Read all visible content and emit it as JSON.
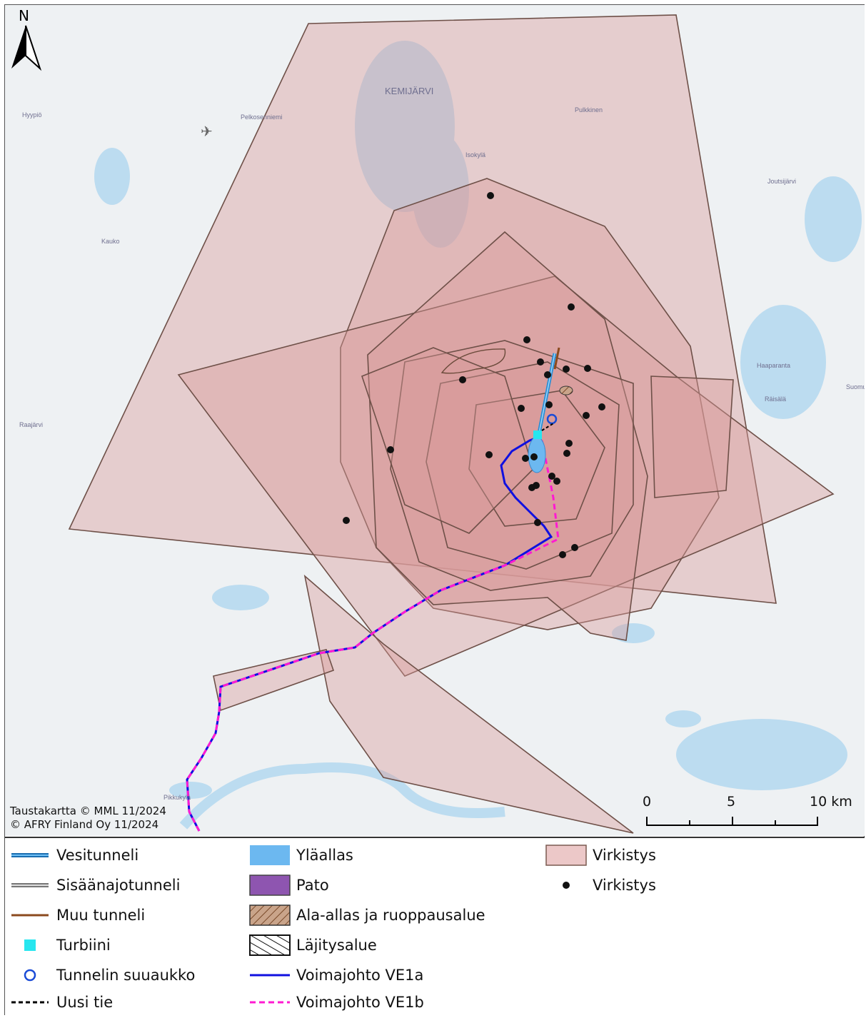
{
  "north_arrow": {
    "letter": "N"
  },
  "places": [
    {
      "name": "KEMIJÄRVI"
    },
    {
      "name": "Joutsijärvi"
    },
    {
      "name": "Haaparanta"
    },
    {
      "name": "Räisälä"
    },
    {
      "name": "Kauko"
    },
    {
      "name": "Hyypiö"
    },
    {
      "name": "Raajärvi"
    },
    {
      "name": "Isokylä"
    },
    {
      "name": "Pulkkinen"
    },
    {
      "name": "Pelkosenniemi"
    },
    {
      "name": "Pikkukylä"
    },
    {
      "name": "Suomu"
    }
  ],
  "credits": {
    "line1": "Taustakartta © MML 11/2024",
    "line2": "© AFRY Finland Oy 11/2024"
  },
  "scale": {
    "ticks": [
      "0",
      "5",
      "10 km"
    ]
  },
  "legend": {
    "items": [
      {
        "label": "Vesitunneli",
        "symbol": "line-double-blue"
      },
      {
        "label": "Sisäänajotunneli",
        "symbol": "line-double-gray"
      },
      {
        "label": "Muu tunneli",
        "symbol": "line-brown"
      },
      {
        "label": "Turbiini",
        "symbol": "square-cyan"
      },
      {
        "label": "Tunnelin suuaukko",
        "symbol": "circle-blue"
      },
      {
        "label": "Uusi tie",
        "symbol": "dash-black"
      },
      {
        "label": "Yläallas",
        "symbol": "fill-lightblue"
      },
      {
        "label": "Pato",
        "symbol": "fill-purple"
      },
      {
        "label": "Ala-allas ja ruoppausalue",
        "symbol": "hatch-brown"
      },
      {
        "label": "Läjitysalue",
        "symbol": "hatch-black"
      },
      {
        "label": "Voimajohto VE1a",
        "symbol": "line-blue"
      },
      {
        "label": "Voimajohto VE1b",
        "symbol": "dash-magenta"
      },
      {
        "label": "Virkistys",
        "symbol": "fill-pink"
      },
      {
        "label": "Virkistys",
        "symbol": "dot-black"
      }
    ]
  },
  "colors": {
    "map_bg": "#eef2f4",
    "water": "#b8d8ee",
    "virkistys_fill": "#d9a0a0",
    "virkistys_stroke": "#7a5a50",
    "vesitunneli": "#2a8fd6",
    "voimajohto_ve1a": "#1010e0",
    "voimajohto_ve1b": "#ff1ad1",
    "turbiini": "#27e6ef",
    "pato": "#8e55b0",
    "ylaallas": "#6cb8f0"
  }
}
